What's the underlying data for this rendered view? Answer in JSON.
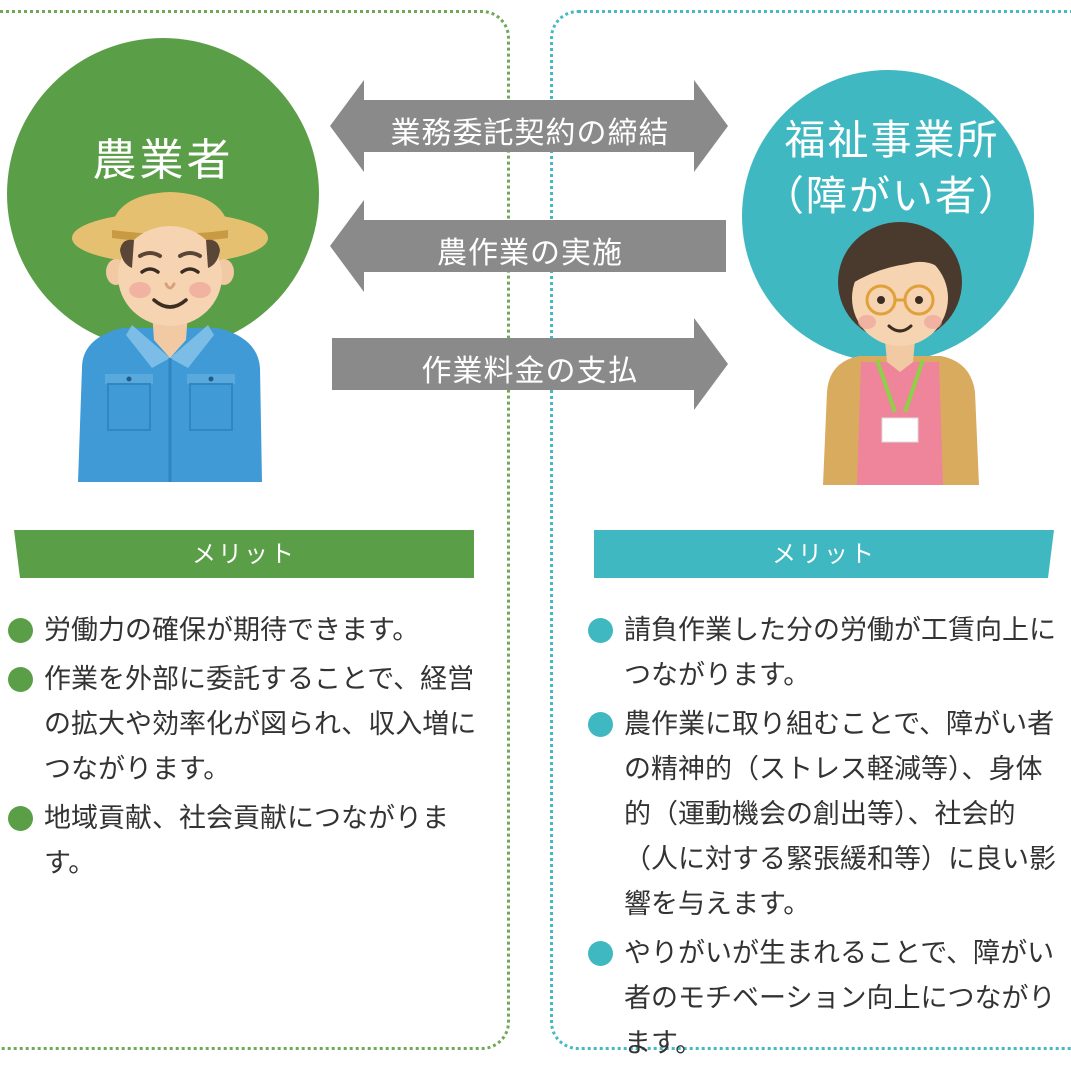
{
  "colors": {
    "green": "#5b9e48",
    "teal": "#40b8c2",
    "arrow_gray": "#8a8a8a",
    "text": "#333333"
  },
  "farmer": {
    "title": "農業者",
    "merit_header": "メリット",
    "merits": [
      "労働力の確保が期待できます。",
      "作業を外部に委託することで、経営の拡大や効率化が図られ、収入増につながります。",
      "地域貢献、社会貢献につながります。"
    ]
  },
  "welfare": {
    "title_line1": "福祉事業所",
    "title_line2": "（障がい者）",
    "merit_header": "メリット",
    "merits": [
      "請負作業した分の労働が工賃向上につながります。",
      "農作業に取り組むことで、障がい者の精神的（ストレス軽減等）、身体的（運動機会の創出等）、社会的（人に対する緊張緩和等）に良い影響を与えます。",
      "やりがいが生まれることで、障がい者のモチベーション向上につながります。"
    ]
  },
  "arrows": {
    "contract": "業務委託契約の締結",
    "farm_work": "農作業の実施",
    "payment": "作業料金の支払"
  }
}
